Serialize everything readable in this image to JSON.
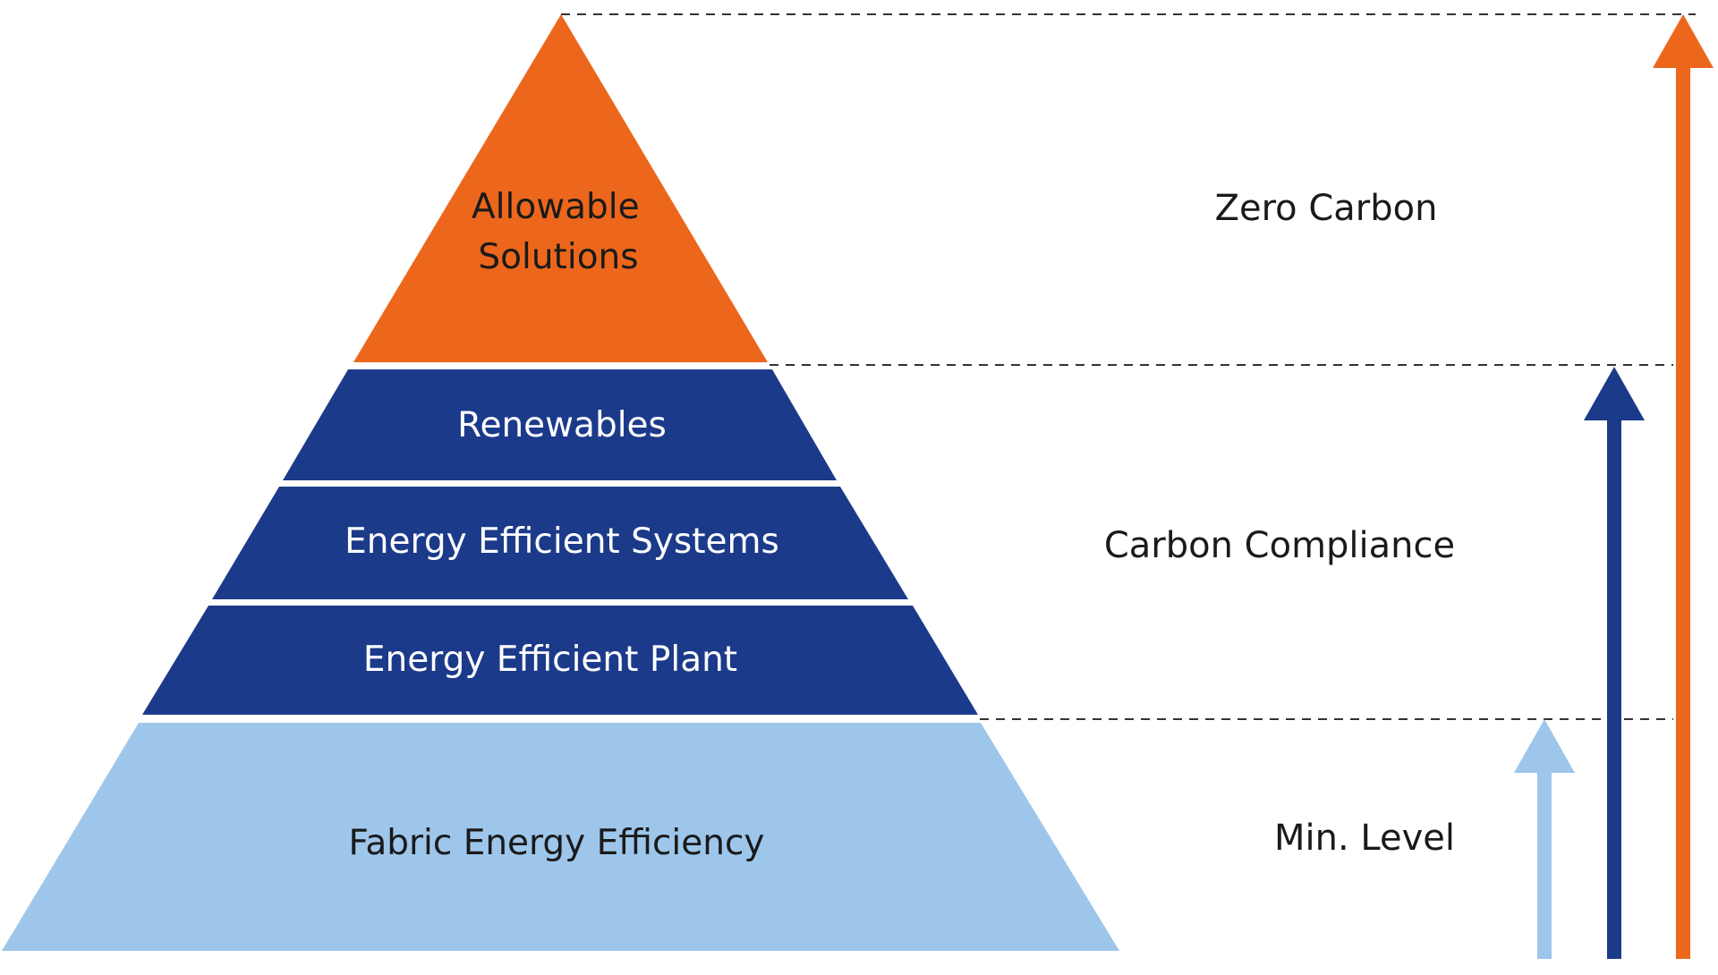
{
  "pyramid": {
    "layers": [
      {
        "id": "allowable",
        "lines": [
          "Allowable",
          "Solutions"
        ],
        "fill": "#EC671C",
        "text_color": "#1a1a1a"
      },
      {
        "id": "renewables",
        "lines": [
          "Renewables"
        ],
        "fill": "#1C3A8A",
        "text_color": "#ffffff"
      },
      {
        "id": "systems",
        "lines": [
          "Energy Efficient Systems"
        ],
        "fill": "#1C3A8A",
        "text_color": "#ffffff"
      },
      {
        "id": "plant",
        "lines": [
          "Energy Efficient Plant"
        ],
        "fill": "#1C3A8A",
        "text_color": "#ffffff"
      },
      {
        "id": "fabric",
        "lines": [
          "Fabric Energy Efficiency"
        ],
        "fill": "#9DC6EA",
        "text_color": "#1a1a1a"
      }
    ]
  },
  "levels": {
    "zero_carbon": "Zero Carbon",
    "carbon_compliance": "Carbon Compliance",
    "min_level": "Min. Level"
  },
  "arrows": [
    {
      "id": "min-level",
      "color": "#9DC6EA"
    },
    {
      "id": "carbon-compliance",
      "color": "#1C3A8A"
    },
    {
      "id": "zero-carbon",
      "color": "#EC671C"
    }
  ],
  "colors": {
    "orange": "#EC671C",
    "navy": "#1C3A8A",
    "light_blue": "#9DC6EA",
    "dash": "#333333"
  }
}
